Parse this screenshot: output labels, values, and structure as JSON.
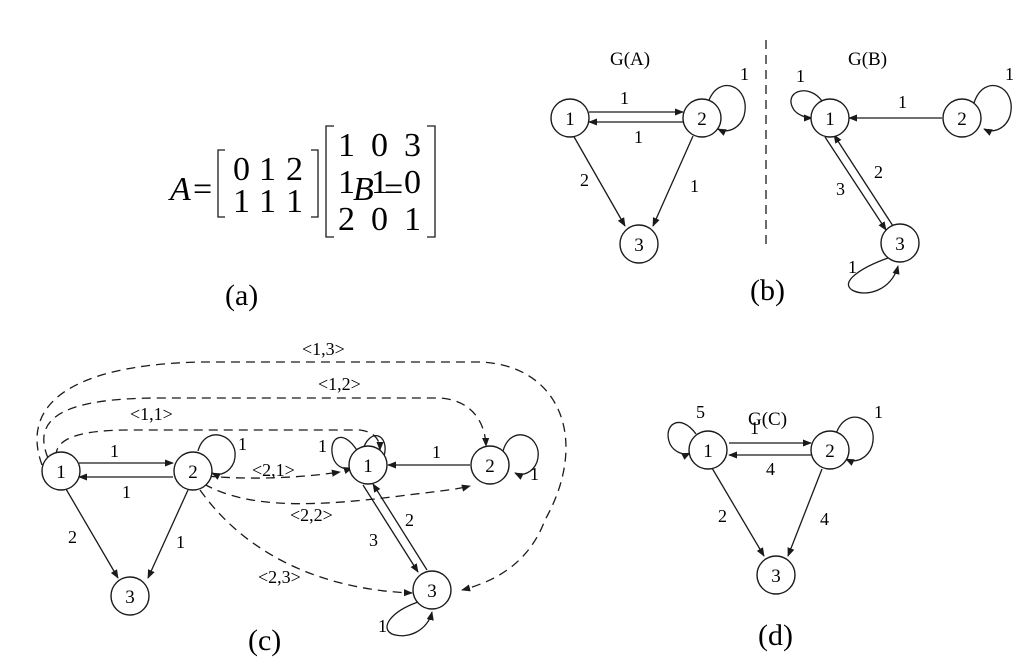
{
  "captions": {
    "a": "(a)",
    "b": "(b)",
    "c": "(c)",
    "d": "(d)"
  },
  "matrices": {
    "A": {
      "name": "A",
      "eq": "=",
      "rows": [
        [
          "0",
          "1",
          "2"
        ],
        [
          "1",
          "1",
          "1"
        ]
      ]
    },
    "B": {
      "name": "B",
      "eq": "=",
      "rows": [
        [
          "1",
          "0",
          "3"
        ],
        [
          "1",
          "1",
          "0"
        ],
        [
          "2",
          "0",
          "1"
        ]
      ]
    }
  },
  "graphs": {
    "GA": {
      "title": "G(A)",
      "nodes": [
        "1",
        "2",
        "3"
      ],
      "w12": "1",
      "w21": "1",
      "w22": "1",
      "w13": "2",
      "w23": "1"
    },
    "GB": {
      "title": "G(B)",
      "nodes": [
        "1",
        "2",
        "3"
      ],
      "w11": "1",
      "w21": "1",
      "w22": "1",
      "w13": "2",
      "w31": "3",
      "w33": "1"
    },
    "GC": {
      "title": "G(C)",
      "nodes": [
        "1",
        "2",
        "3"
      ],
      "w11": "5",
      "w12": "1",
      "w21": "4",
      "w22": "1",
      "w13": "2",
      "w23": "4"
    }
  },
  "product": {
    "left": {
      "nodes": [
        "1",
        "2",
        "3"
      ],
      "w12": "1",
      "w21": "1",
      "w22": "1",
      "w13": "2",
      "w23": "1"
    },
    "right": {
      "nodes": [
        "1",
        "2",
        "3"
      ],
      "w11": "1",
      "w21": "1",
      "w22": "1",
      "w13": "2",
      "w31": "3",
      "w33": "1"
    },
    "pairs": {
      "p13": "<1,3>",
      "p12": "<1,2>",
      "p11": "<1,1>",
      "p21": "<2,1>",
      "p22": "<2,2>",
      "p23": "<2,3>"
    }
  }
}
